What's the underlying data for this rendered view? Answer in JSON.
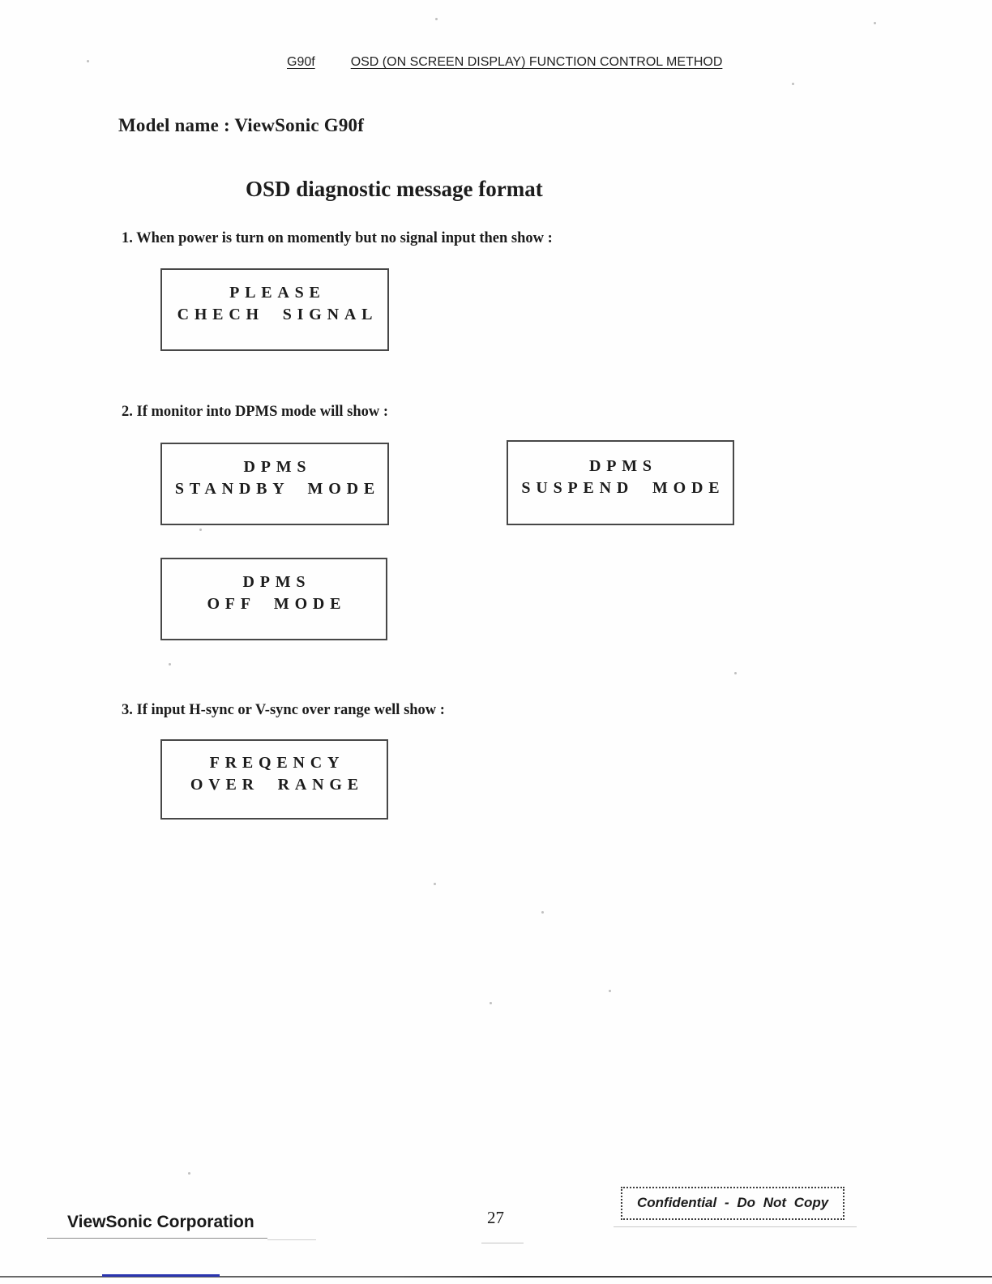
{
  "header": {
    "model_code": "G90f",
    "title": "OSD (ON SCREEN DISPLAY) FUNCTION CONTROL METHOD"
  },
  "model_line": "Model name : ViewSonic G90f",
  "section_title": "OSD diagnostic message format",
  "items": [
    {
      "label": "1. When power is turn on momently but no signal input then show :",
      "boxes": [
        {
          "line1": "PLEASE",
          "line2": "CHECH SIGNAL"
        }
      ]
    },
    {
      "label": "2. If monitor into DPMS mode will show :",
      "boxes": [
        {
          "line1": "DPMS",
          "line2": "STANDBY MODE"
        },
        {
          "line1": "DPMS",
          "line2": "SUSPEND MODE"
        },
        {
          "line1": "DPMS",
          "line2": "OFF MODE"
        }
      ]
    },
    {
      "label": "3. If input H-sync or V-sync over range well show :",
      "boxes": [
        {
          "line1": "FREQENCY",
          "line2": "OVER RANGE"
        }
      ]
    }
  ],
  "footer": {
    "company": "ViewSonic Corporation",
    "page_number": "27",
    "confidential": "Confidential - Do Not Copy"
  },
  "scan_artifacts": {
    "edge_line_color": "#3c3c3c",
    "blue_mark_color": "#2b35b0"
  }
}
